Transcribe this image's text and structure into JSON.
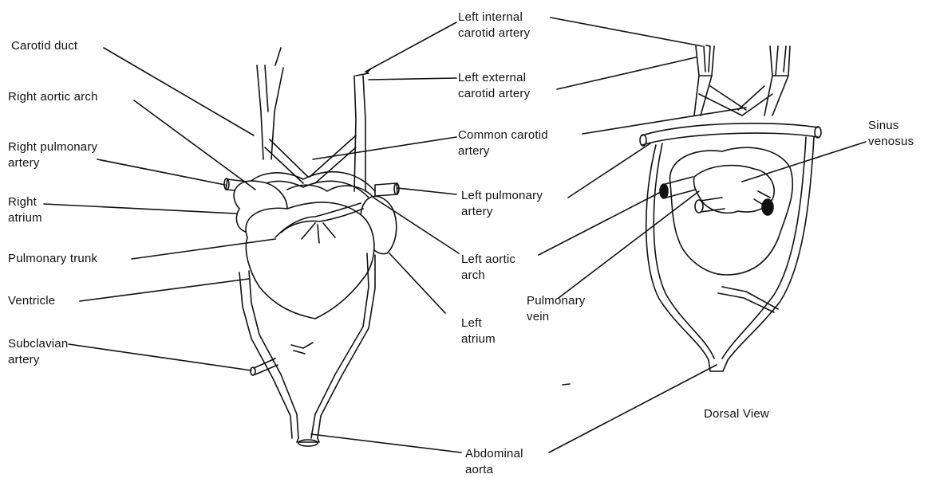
{
  "views": {
    "dorsal_label": "Dorsal View"
  },
  "labels": {
    "carotid_duct": "Carotid duct",
    "right_aortic_arch": "Right aortic arch",
    "right_pulmonary_artery": "Right pulmonary\nartery",
    "right_atrium": "Right\natrium",
    "pulmonary_trunk": "Pulmonary trunk",
    "ventricle": "Ventricle",
    "subclavian_artery": "Subclavian\nartery",
    "left_internal_carotid": "Left internal\ncarotid artery",
    "left_external_carotid": "Left external\ncarotid artery",
    "common_carotid": "Common carotid\nartery",
    "left_pulmonary_artery": "Left pulmonary\nartery",
    "left_aortic_arch": "Left aortic\narch",
    "left_atrium": "Left\natrium",
    "pulmonary_vein": "Pulmonary\nvein",
    "sinus_venosus": "Sinus\nvenosus",
    "abdominal_aorta": "Abdominal\naorta"
  }
}
